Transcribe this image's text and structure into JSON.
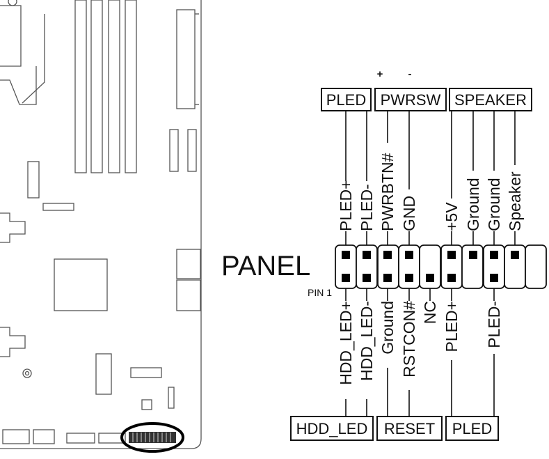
{
  "header": {
    "title": "PANEL",
    "pin_one_label": "PIN 1",
    "polarity_plus": "+",
    "polarity_minus": "-"
  },
  "top_groups": [
    {
      "id": "pled",
      "label": "PLED"
    },
    {
      "id": "pwrsw",
      "label": "PWRSW"
    },
    {
      "id": "speaker",
      "label": "SPEAKER"
    }
  ],
  "top_pins": [
    "PLED+",
    "PLED-",
    "PWRBTN#",
    "GND",
    "+5V",
    "Ground",
    "Ground",
    "Speaker"
  ],
  "bottom_pins": [
    "HDD_LED+",
    "HDD_LED-",
    "Ground",
    "RSTCON#",
    "NC",
    "PLED+",
    "PLED-"
  ],
  "bottom_groups": [
    {
      "id": "hdd-led",
      "label": "HDD_LED"
    },
    {
      "id": "reset",
      "label": "RESET"
    },
    {
      "id": "pled",
      "label": "PLED"
    }
  ],
  "colors": {
    "line": "#111111",
    "board": "#555555",
    "pin": "#000000",
    "highlight": "#000000"
  }
}
